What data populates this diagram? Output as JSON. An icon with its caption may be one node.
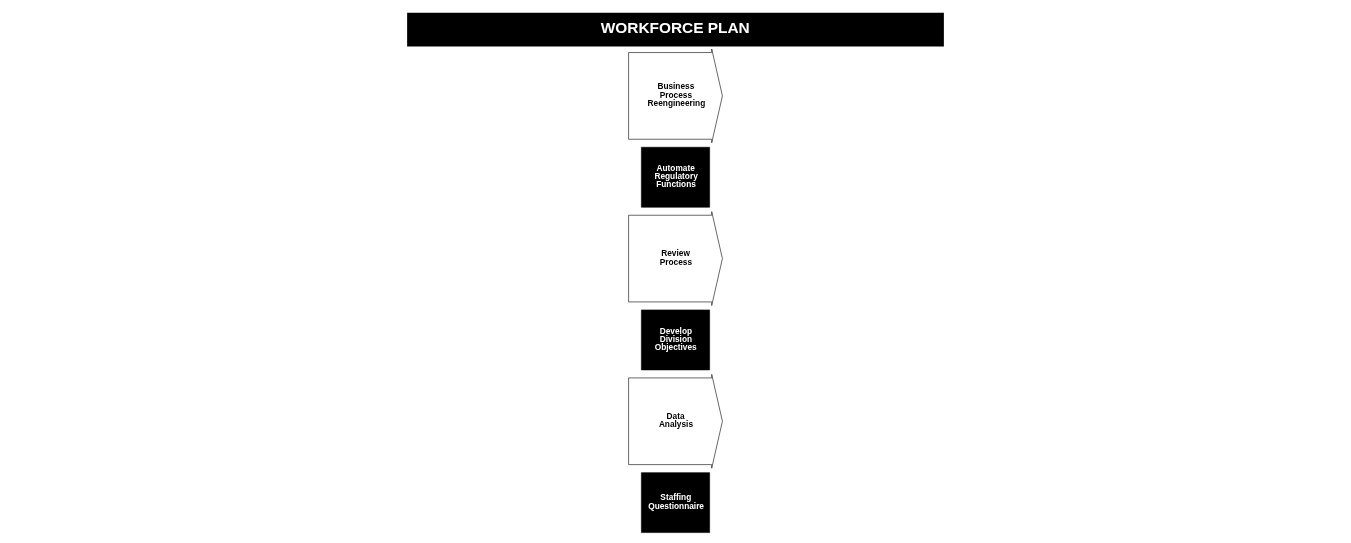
{
  "diagram": {
    "title": "WORKFORCE PLAN",
    "nodes": [
      {
        "text": [
          "Staffing Questionnaire"
        ]
      },
      {
        "text": [
          "Data Analysis"
        ]
      },
      {
        "text": [
          "Develop Division Objectives"
        ]
      },
      {
        "text": [
          "Review Process"
        ]
      },
      {
        "text": [
          "Automate Regulatory Functions"
        ]
      },
      {
        "text": [
          "Business Process Reengineering"
        ]
      }
    ],
    "edges": []
  }
}
